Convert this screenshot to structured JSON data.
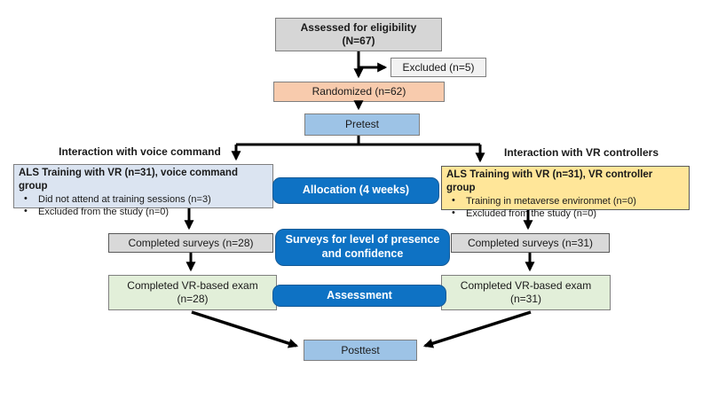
{
  "diagram": {
    "type": "consort-flowchart",
    "nodes": {
      "assessed": {
        "text": "Assessed for eligibility\n(N=67)"
      },
      "excluded": {
        "text": "Excluded (n=5)"
      },
      "randomized": {
        "text": "Randomized (n=62)"
      },
      "pretest": {
        "text": "Pretest"
      },
      "left_heading": {
        "text": "Interaction with voice command"
      },
      "right_heading": {
        "text": "Interaction with VR controllers"
      },
      "left_group": {
        "title": "ALS Training with VR (n=31), voice command group",
        "bullets": [
          "Did not attend at training sessions (n=3)",
          "Excluded from the study (n=0)"
        ]
      },
      "right_group": {
        "title": "ALS Training with VR (n=31), VR controller group",
        "bullets": [
          "Training in metaverse environmet (n=0)",
          "Excluded from the study (n=0)"
        ]
      },
      "allocation": {
        "text": "Allocation (4 weeks)"
      },
      "surveys_left": {
        "text": "Completed surveys (n=28)"
      },
      "surveys_middle": {
        "text": "Surveys for level of presence\nand confidence"
      },
      "surveys_right": {
        "text": "Completed surveys (n=31)"
      },
      "exam_left": {
        "text": "Completed VR-based exam\n(n=28)"
      },
      "assessment": {
        "text": "Assessment"
      },
      "exam_right": {
        "text": "Completed VR-based exam\n(n=31)"
      },
      "posttest": {
        "text": "Posttest"
      }
    },
    "colors": {
      "arrow": "#000000",
      "eligibility_box": "#d6d6d6",
      "excluded_box": "#f2f2f2",
      "randomized_box": "#f8cbad",
      "pretest_posttest_box": "#9dc3e6",
      "left_group_box": "#dbe4f1",
      "right_group_box": "#ffe699",
      "stage_accent_blue": "#0e72c4",
      "completed_surveys_box": "#d9d9d9",
      "exam_box": "#e2efd9"
    }
  }
}
